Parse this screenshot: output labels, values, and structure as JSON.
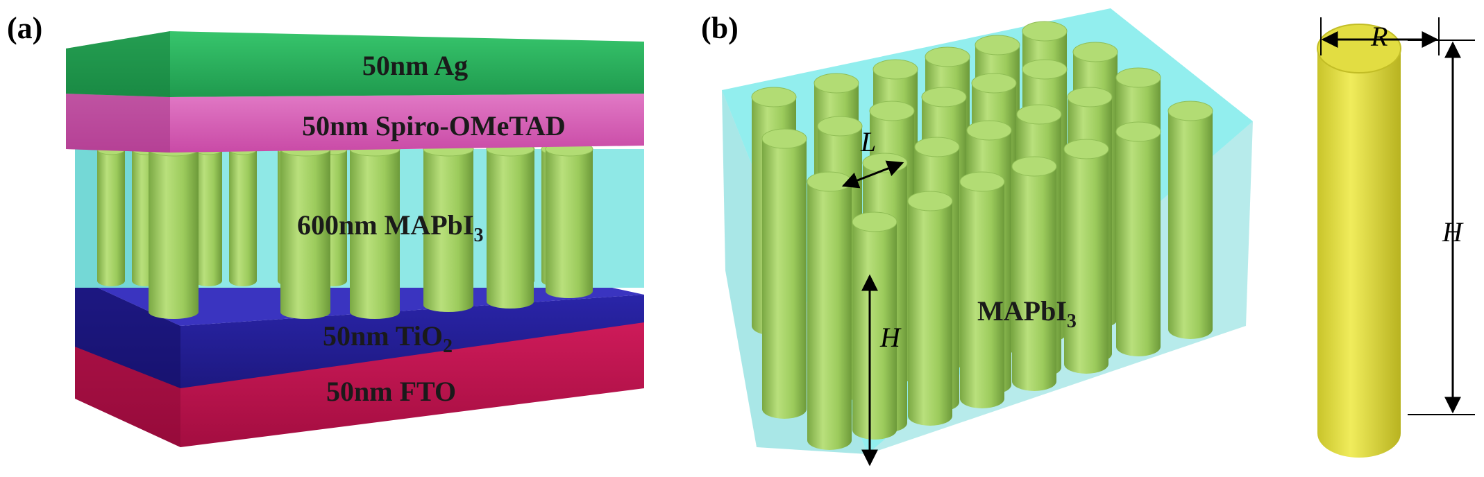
{
  "panel_a": {
    "label": "(a)",
    "layers": {
      "ag": "50nm Ag",
      "spiro": "50nm Spiro-OMeTAD",
      "mapbi_main": "600nm  MAPbI",
      "mapbi_sub": "3",
      "tio2_main": "50nm TiO",
      "tio2_sub": "2",
      "fto": "50nm FTO"
    },
    "colors": {
      "ag": "#22b55a",
      "spiro": "#d65db5",
      "mapbi_fill": "#8fe8e6",
      "rods": "#a8d26a",
      "tio2": "#25209c",
      "fto": "#c0124e"
    }
  },
  "panel_b": {
    "label": "(b)",
    "pitch_symbol": "L",
    "height_symbol": "H",
    "material_main": "MAPbI",
    "material_sub": "3",
    "colors": {
      "box": "#7eeaea",
      "rods": "#a8d26a"
    }
  },
  "single_rod": {
    "radius_symbol": "R",
    "height_symbol": "H",
    "color": "#e5e04a"
  }
}
